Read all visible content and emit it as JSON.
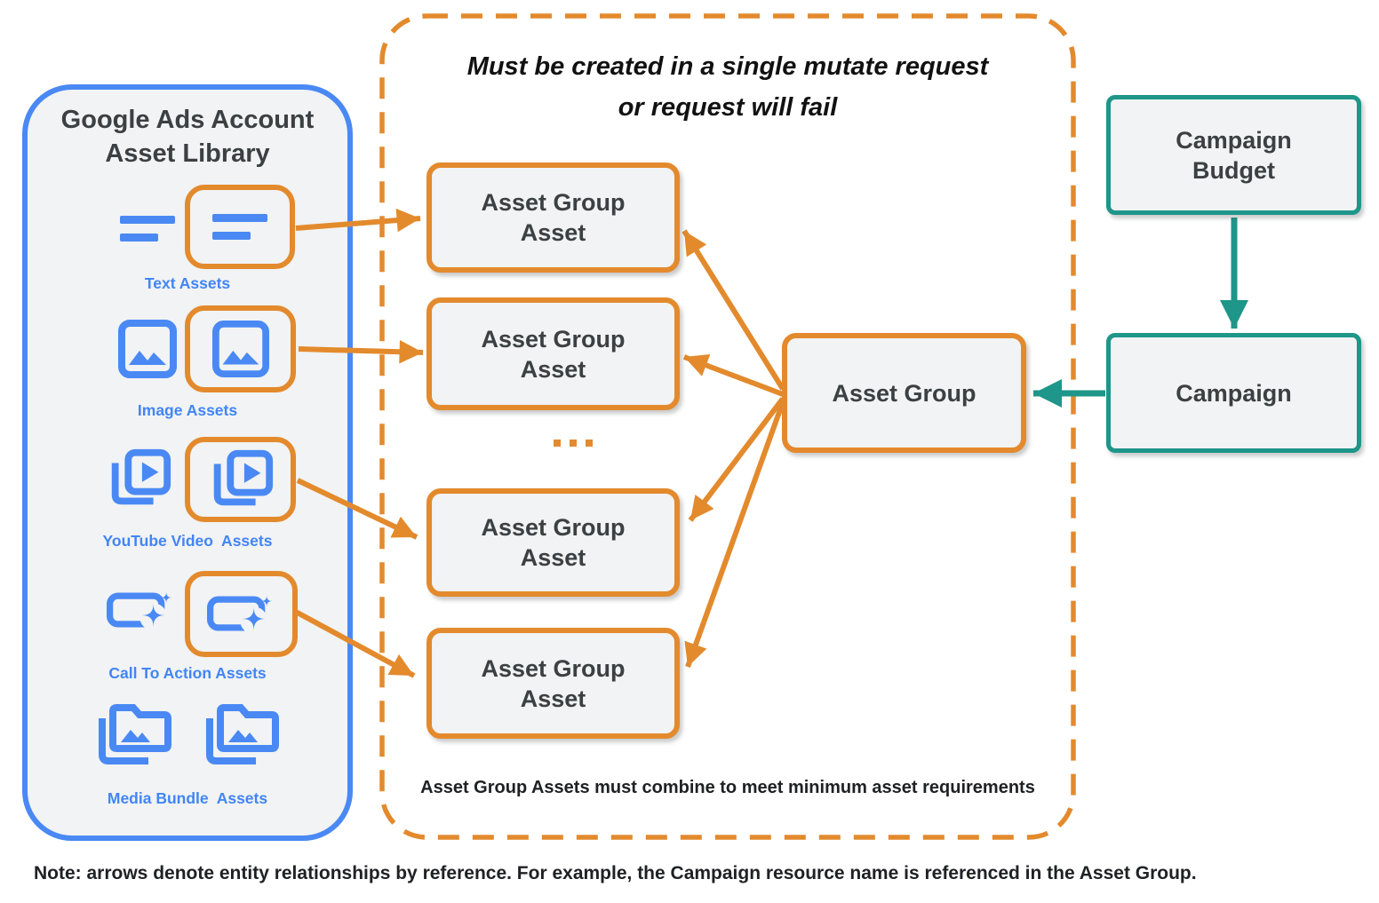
{
  "colors": {
    "orange_accent": "#E38A2D",
    "blue_accent": "#4285F4",
    "teal_accent": "#1E9689",
    "box_fill": "#F1F3F4",
    "text_dark": "#3C4043",
    "text_black": "#202124"
  },
  "library": {
    "title": "Google Ads Account\nAsset Library",
    "rows": [
      {
        "label": "Text Assets",
        "icon": "text-asset-icon"
      },
      {
        "label": "Image Assets",
        "icon": "image-asset-icon"
      },
      {
        "label": "YouTube Video  Assets",
        "icon": "youtube-video-asset-icon"
      },
      {
        "label": "Call To Action Assets",
        "icon": "call-to-action-asset-icon"
      },
      {
        "label": "Media Bundle  Assets",
        "icon": "media-bundle-asset-icon"
      }
    ]
  },
  "mutate_panel": {
    "title": "Must be created in a single mutate request\nor request will fail",
    "asset_group_asset_boxes": [
      {
        "label": "Asset Group\nAsset"
      },
      {
        "label": "Asset Group\nAsset"
      },
      {
        "label": "Asset Group\nAsset"
      },
      {
        "label": "Asset Group\nAsset"
      }
    ],
    "ellipsis": "...",
    "asset_group": {
      "label": "Asset Group"
    },
    "footnote": "Asset Group Assets must combine to meet minimum asset requirements"
  },
  "campaign_budget": {
    "label": "Campaign\nBudget"
  },
  "campaign": {
    "label": "Campaign"
  },
  "note": "Note: arrows denote entity relationships by reference. For example, the Campaign resource name is referenced in the Asset Group."
}
